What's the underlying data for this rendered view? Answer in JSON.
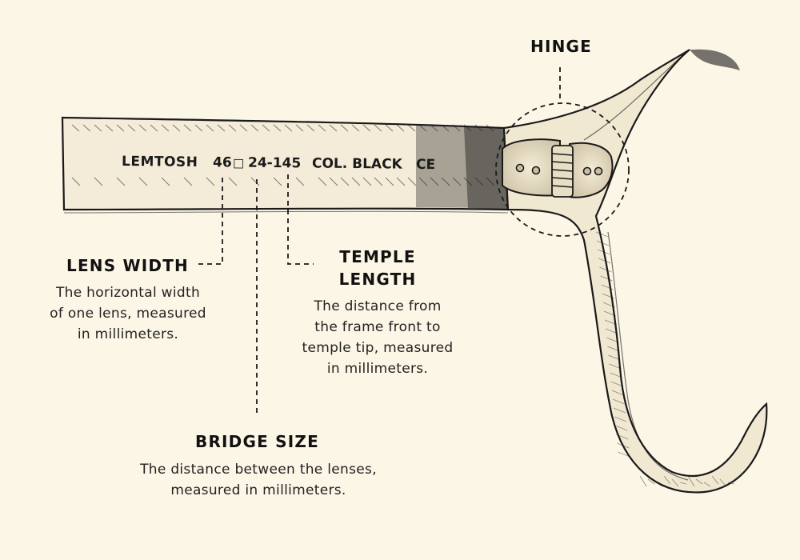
{
  "engraving": {
    "model": "LEMTOSH",
    "lens": "46",
    "bridge_symbol": "□",
    "bridge_temple": "24-145",
    "color": "COL. BLACK",
    "mark": "CE"
  },
  "labels": {
    "hinge": {
      "title": "HINGE"
    },
    "lens_width": {
      "title": "LENS WIDTH",
      "lines": [
        "The horizontal width",
        "of one lens, measured",
        "in millimeters."
      ]
    },
    "temple_length": {
      "title_lines": [
        "TEMPLE",
        "LENGTH"
      ],
      "lines": [
        "The distance from",
        "the frame front to",
        "temple tip, measured",
        "in millimeters."
      ]
    },
    "bridge_size": {
      "title": "BRIDGE SIZE",
      "lines": [
        "The distance between the lenses,",
        "measured in millimeters."
      ]
    }
  },
  "colors": {
    "background": "#fcf6e6",
    "ink": "#1a1a1a"
  }
}
